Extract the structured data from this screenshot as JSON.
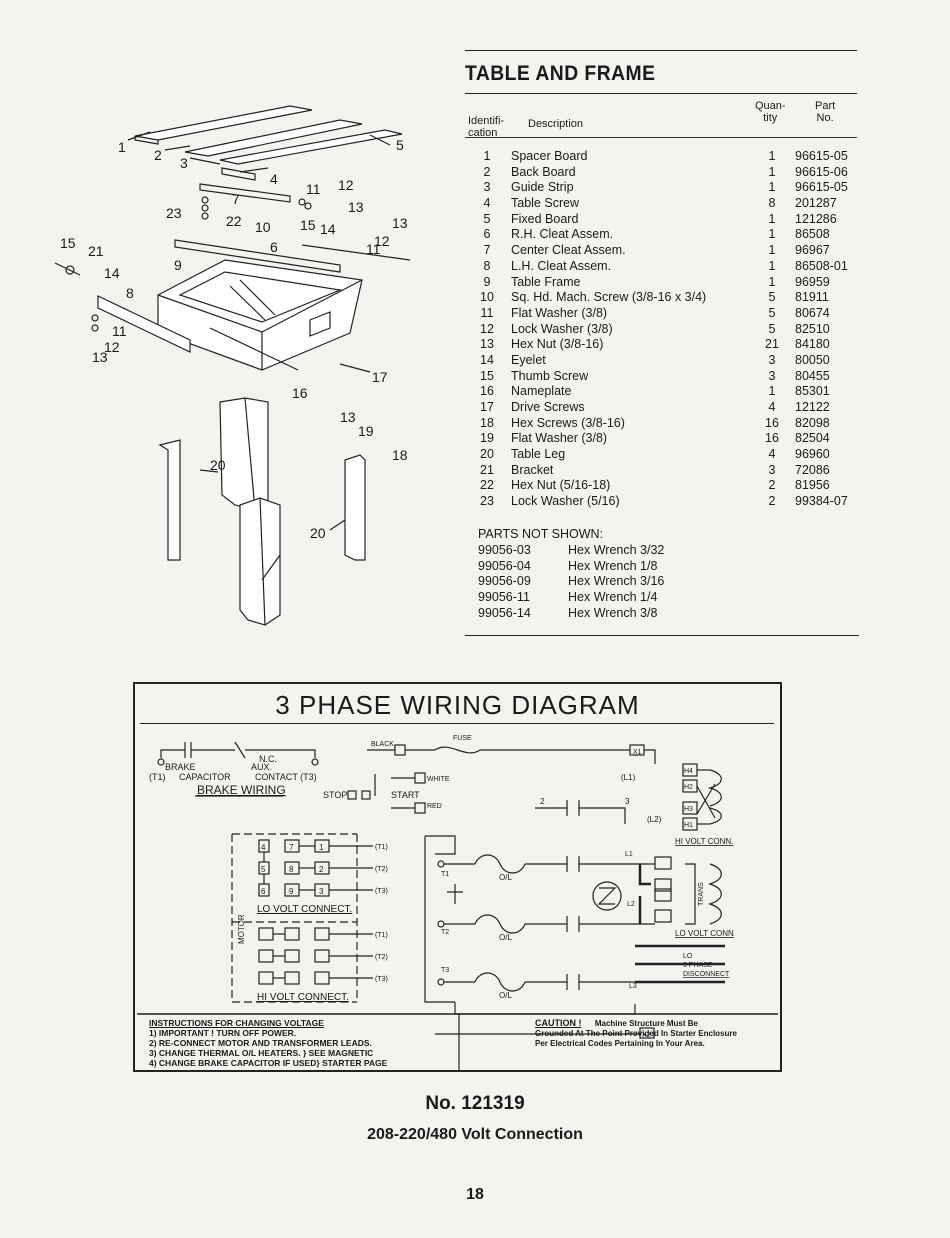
{
  "parts": {
    "title": "TABLE AND FRAME",
    "headers": {
      "ident_1": "Identifi-",
      "ident_2": "cation",
      "description": "Description",
      "qty_1": "Quan-",
      "qty_2": "tity",
      "part_1": "Part",
      "part_2": "No."
    },
    "rows": [
      {
        "id": "1",
        "desc": "Spacer Board",
        "qty": "1",
        "part": "96615-05"
      },
      {
        "id": "2",
        "desc": "Back Board",
        "qty": "1",
        "part": "96615-06"
      },
      {
        "id": "3",
        "desc": "Guide Strip",
        "qty": "1",
        "part": "96615-05"
      },
      {
        "id": "4",
        "desc": "Table Screw",
        "qty": "8",
        "part": "201287"
      },
      {
        "id": "5",
        "desc": "Fixed Board",
        "qty": "1",
        "part": "121286"
      },
      {
        "id": "6",
        "desc": "R.H. Cleat Assem.",
        "qty": "1",
        "part": "86508"
      },
      {
        "id": "7",
        "desc": "Center Cleat Assem.",
        "qty": "1",
        "part": "96967"
      },
      {
        "id": "8",
        "desc": "L.H. Cleat Assem.",
        "qty": "1",
        "part": "86508-01"
      },
      {
        "id": "9",
        "desc": "Table Frame",
        "qty": "1",
        "part": "96959"
      },
      {
        "id": "10",
        "desc": "Sq. Hd. Mach. Screw (3/8-16 x 3/4)",
        "qty": "5",
        "part": "81911"
      },
      {
        "id": "11",
        "desc": "Flat Washer (3/8)",
        "qty": "5",
        "part": "80674"
      },
      {
        "id": "12",
        "desc": "Lock Washer (3/8)",
        "qty": "5",
        "part": "82510"
      },
      {
        "id": "13",
        "desc": "Hex Nut (3/8-16)",
        "qty": "21",
        "part": "84180"
      },
      {
        "id": "14",
        "desc": "Eyelet",
        "qty": "3",
        "part": "80050"
      },
      {
        "id": "15",
        "desc": "Thumb Screw",
        "qty": "3",
        "part": "80455"
      },
      {
        "id": "16",
        "desc": "Nameplate",
        "qty": "1",
        "part": "85301"
      },
      {
        "id": "17",
        "desc": "Drive Screws",
        "qty": "4",
        "part": "12122"
      },
      {
        "id": "18",
        "desc": "Hex Screws (3/8-16)",
        "qty": "16",
        "part": "82098"
      },
      {
        "id": "19",
        "desc": "Flat Washer (3/8)",
        "qty": "16",
        "part": "82504"
      },
      {
        "id": "20",
        "desc": "Table Leg",
        "qty": "4",
        "part": "96960"
      },
      {
        "id": "21",
        "desc": "Bracket",
        "qty": "3",
        "part": "72086"
      },
      {
        "id": "22",
        "desc": "Hex Nut (5/16-18)",
        "qty": "2",
        "part": "81956"
      },
      {
        "id": "23",
        "desc": "Lock Washer (5/16)",
        "qty": "2",
        "part": "99384-07"
      }
    ],
    "not_shown_label": "PARTS NOT SHOWN:",
    "not_shown": [
      {
        "code": "99056-03",
        "desc": "Hex Wrench 3/32"
      },
      {
        "code": "99056-04",
        "desc": "Hex Wrench 1/8"
      },
      {
        "code": "99056-09",
        "desc": "Hex Wrench 3/16"
      },
      {
        "code": "99056-11",
        "desc": "Hex Wrench 1/4"
      },
      {
        "code": "99056-14",
        "desc": "Hex Wrench 3/8"
      }
    ]
  },
  "exploded_view": {
    "callouts": [
      "1",
      "2",
      "3",
      "4",
      "5",
      "6",
      "7",
      "8",
      "9",
      "10",
      "11",
      "11",
      "11",
      "12",
      "12",
      "12",
      "13",
      "13",
      "13",
      "13",
      "14",
      "14",
      "15",
      "15",
      "16",
      "17",
      "18",
      "19",
      "20",
      "20",
      "21",
      "22",
      "23"
    ]
  },
  "wiring": {
    "title": "3 PHASE WIRING DIAGRAM",
    "labels": {
      "brake": "BRAKE",
      "aux": "AUX.",
      "nc": "N.C.",
      "t1_left": "(T1)",
      "capacitor": "CAPACITOR",
      "contact_t3": "CONTACT (T3)",
      "brake_wiring": "BRAKE WIRING",
      "black": "BLACK",
      "fuse": "FUSE",
      "white": "WHITE",
      "red": "RED",
      "stop": "STOP",
      "start": "START",
      "motor": "MOTOR",
      "lo_volt_connect": "LO VOLT CONNECT.",
      "hi_volt_connect": "HI VOLT CONNECT.",
      "hi_volt_conn": "HI VOLT CONN.",
      "lo_volt_conn": "LO VOLT CONN",
      "trans": "TRANS",
      "lo_3phase_1": "LO",
      "lo_3phase_2": "3 PHASE",
      "lo_3phase_3": "DISCONNECT",
      "ol": "O/L",
      "l1": "L1",
      "l2": "L2",
      "l3": "L3",
      "t1": "T1",
      "t2": "T2",
      "t3": "T3",
      "x1": "X1",
      "x2": "X2",
      "h1": "H1",
      "h2": "H2",
      "h3": "H3",
      "h4": "H4",
      "num_1": "1",
      "num_2": "2",
      "num_3": "3",
      "num_4": "4",
      "num_5": "5",
      "num_6": "6",
      "num_7": "7",
      "num_8": "8",
      "num_9": "9",
      "paren_l1": "(L1)",
      "paren_l2": "(L2)",
      "paren_t1": "(T1)",
      "paren_t2": "(T2)",
      "paren_t3": "(T3)"
    },
    "instructions": {
      "heading": "INSTRUCTIONS FOR CHANGING VOLTAGE",
      "steps": [
        "1) IMPORTANT ! TURN OFF POWER.",
        "2) RE-CONNECT MOTOR AND TRANSFORMER LEADS.",
        "3) CHANGE THERMAL O/L HEATERS.     } SEE MAGNETIC",
        "4) CHANGE BRAKE CAPACITOR IF USED} STARTER PAGE"
      ]
    },
    "caution": {
      "heading": "CAUTION !",
      "text_1": "Machine Structure Must Be",
      "text_2": "Grounded At The Point Provided In Starter Enclosure",
      "text_3": "Per Electrical Codes Pertaining In Your Area."
    }
  },
  "footer": {
    "model_no": "No. 121319",
    "voltage": "208-220/480 Volt Connection",
    "page": "18"
  }
}
